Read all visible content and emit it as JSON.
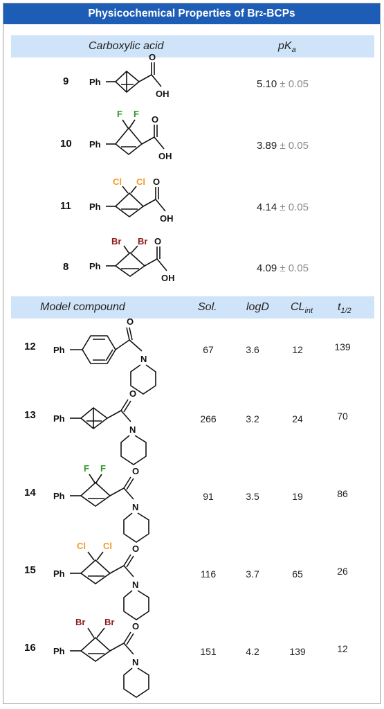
{
  "title": {
    "pre": "Physicochemical Properties of Br",
    "sub": "2",
    "post": "-BCPs"
  },
  "acid_section": {
    "header_left": "Carboxylic acid",
    "header_right_main": "pK",
    "header_right_sub": "a",
    "rows": [
      {
        "id": "9",
        "substituent": "",
        "pka": "5.10",
        "err": "± 0.05"
      },
      {
        "id": "10",
        "substituent": "F",
        "pka": "3.89",
        "err": "± 0.05"
      },
      {
        "id": "11",
        "substituent": "Cl",
        "pka": "4.14",
        "err": "± 0.05"
      },
      {
        "id": "8",
        "substituent": "Br",
        "pka": "4.09",
        "err": "± 0.05"
      }
    ]
  },
  "model_section": {
    "header_left": "Model compound",
    "col_sol": "Sol.",
    "col_logd": "logD",
    "col_clint_main": "CL",
    "col_clint_sub": "int",
    "col_t_main": "t",
    "col_t_sub": "1/2",
    "rows": [
      {
        "id": "12",
        "core": "phenyl",
        "sol": "67",
        "logd": "3.6",
        "clint": "12",
        "t_half": "139"
      },
      {
        "id": "13",
        "core": "BCP",
        "sol": "266",
        "logd": "3.2",
        "clint": "24",
        "t_half": "70"
      },
      {
        "id": "14",
        "core": "BCP-F2",
        "sol": "91",
        "logd": "3.5",
        "clint": "19",
        "t_half": "86"
      },
      {
        "id": "15",
        "core": "BCP-Cl2",
        "sol": "116",
        "logd": "3.7",
        "clint": "65",
        "t_half": "26"
      },
      {
        "id": "16",
        "core": "BCP-Br2",
        "sol": "151",
        "logd": "4.2",
        "clint": "139",
        "t_half": "12"
      }
    ]
  },
  "atoms": {
    "ph": "Ph",
    "o": "O",
    "oh": "OH",
    "n": "N",
    "f": "F",
    "cl": "Cl",
    "br": "Br"
  },
  "colors": {
    "title_bg": "#1d5db6",
    "header_bg": "#cfe3f9",
    "fluorine": "#2e9a2e",
    "chlorine": "#f39a2a",
    "bromine": "#8b1a1a",
    "error_gray": "#8a8a8a"
  }
}
